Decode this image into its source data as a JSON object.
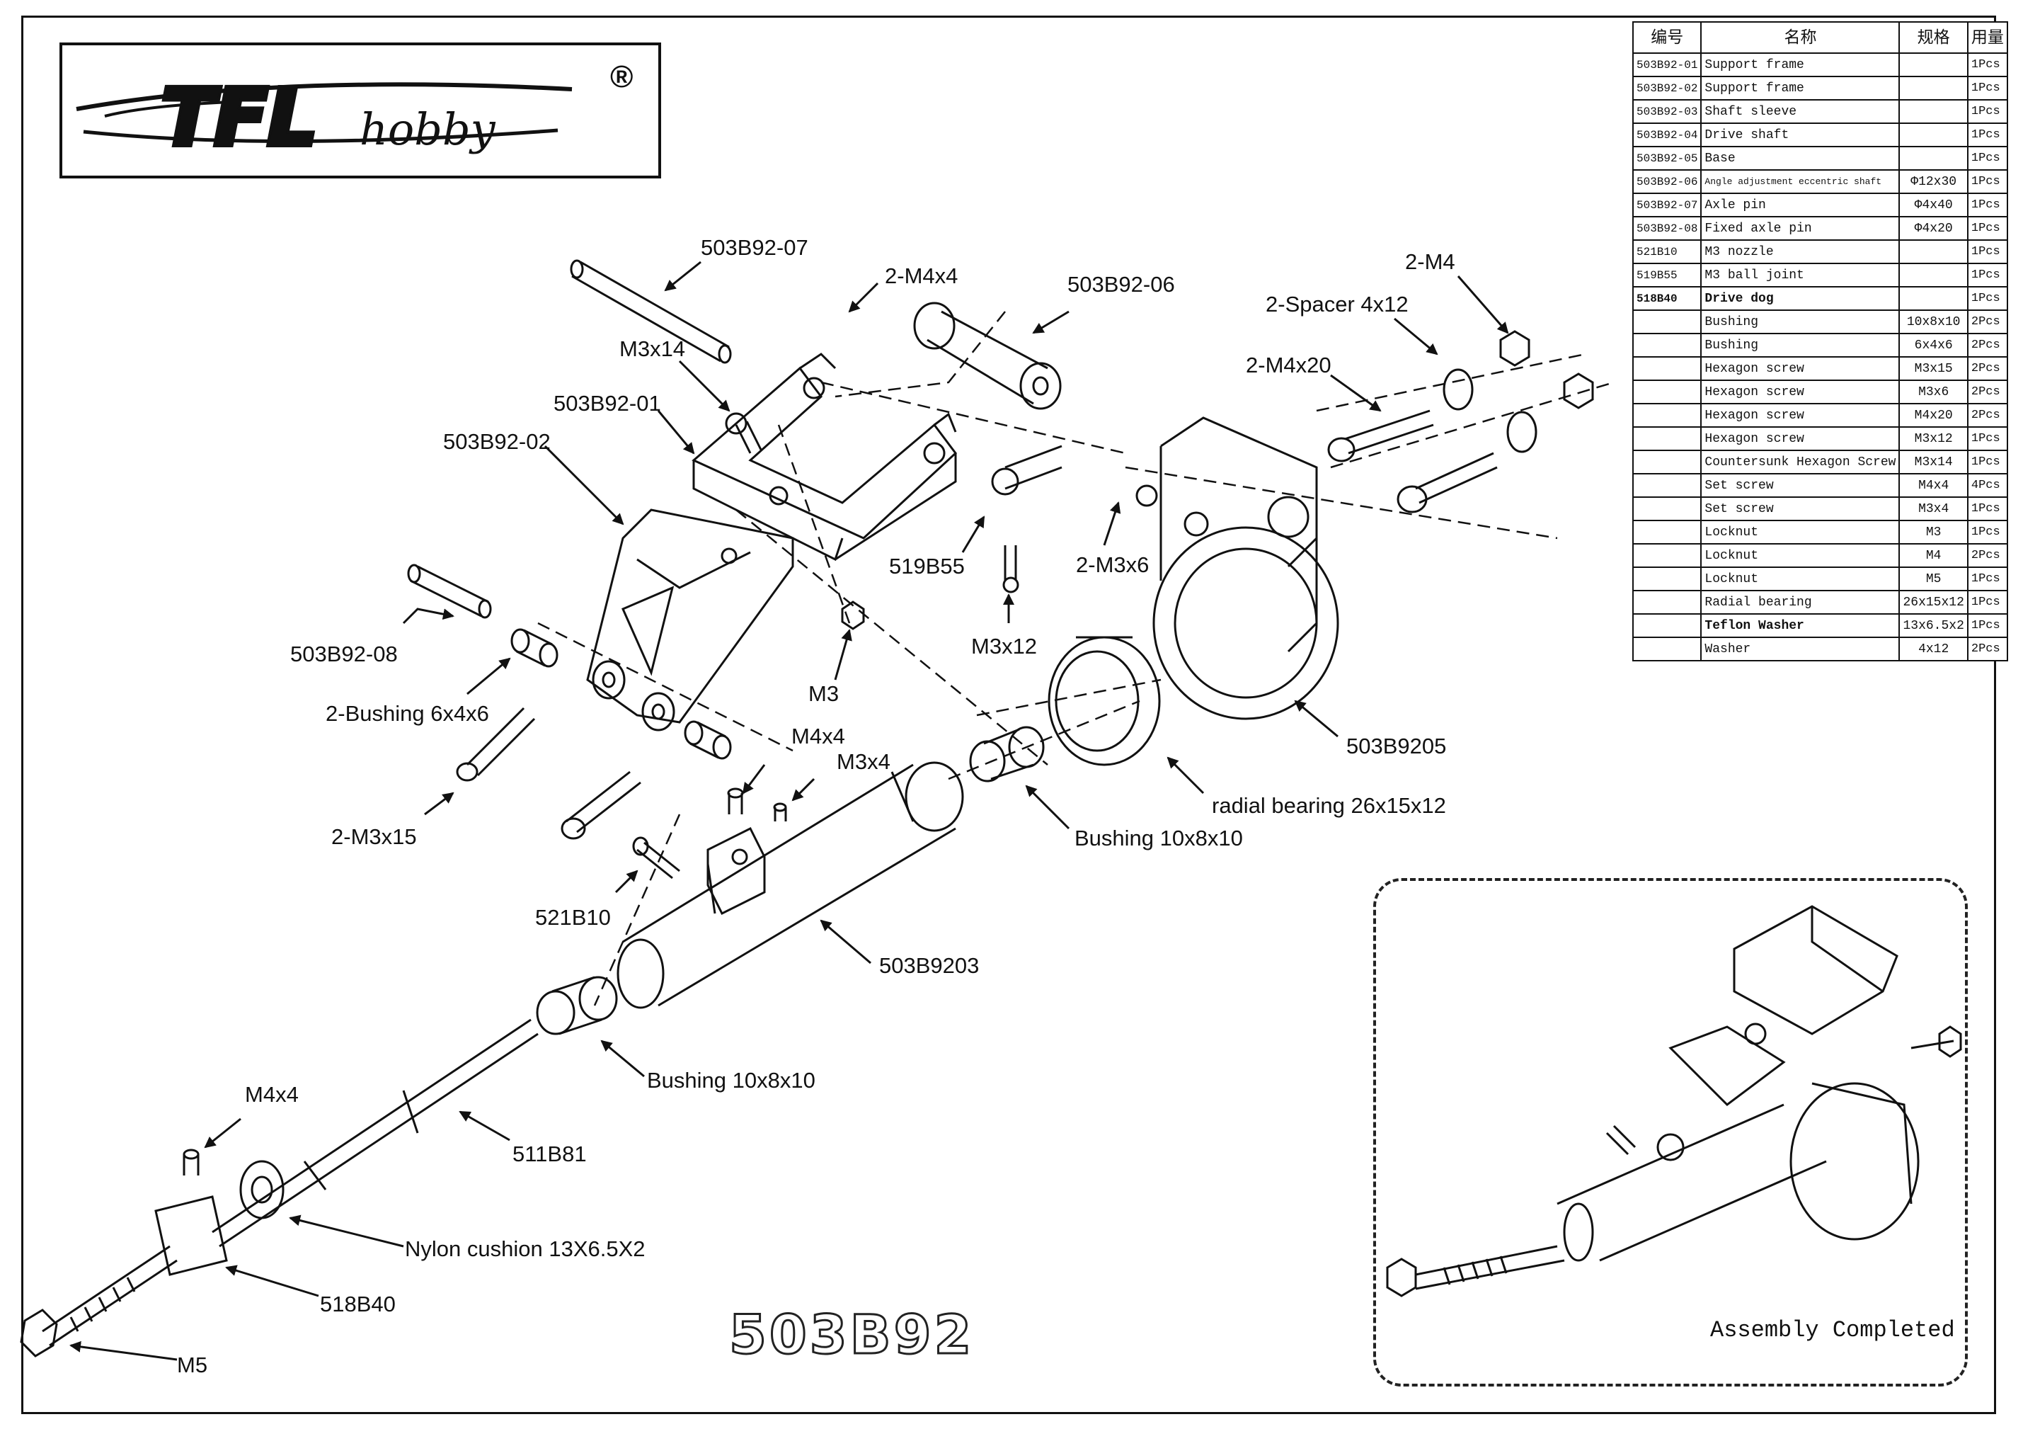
{
  "logo": {
    "brand_main": "TFL",
    "brand_sub": "hobby",
    "registered": "®"
  },
  "table": {
    "headers": [
      "编号",
      "名称",
      "规格",
      "用量"
    ],
    "rows": [
      {
        "code": "503B92-01",
        "name": "Support frame",
        "spec": "",
        "qty": "1Pcs"
      },
      {
        "code": "503B92-02",
        "name": "Support frame",
        "spec": "",
        "qty": "1Pcs"
      },
      {
        "code": "503B92-03",
        "name": "Shaft sleeve",
        "spec": "",
        "qty": "1Pcs"
      },
      {
        "code": "503B92-04",
        "name": "Drive shaft",
        "spec": "",
        "qty": "1Pcs"
      },
      {
        "code": "503B92-05",
        "name": "Base",
        "spec": "",
        "qty": "1Pcs"
      },
      {
        "code": "503B92-06",
        "name": "Angle adjustment eccentric shaft",
        "spec": "Φ12x30",
        "qty": "1Pcs"
      },
      {
        "code": "503B92-07",
        "name": "Axle pin",
        "spec": "Φ4x40",
        "qty": "1Pcs"
      },
      {
        "code": "503B92-08",
        "name": "Fixed axle pin",
        "spec": "Φ4x20",
        "qty": "1Pcs"
      },
      {
        "code": "521B10",
        "name": "M3 nozzle",
        "spec": "",
        "qty": "1Pcs"
      },
      {
        "code": "519B55",
        "name": "M3 ball joint",
        "spec": "",
        "qty": "1Pcs"
      },
      {
        "code": "518B40",
        "name": "Drive dog",
        "spec": "",
        "qty": "1Pcs"
      },
      {
        "code": "",
        "name": "Bushing",
        "spec": "10x8x10",
        "qty": "2Pcs"
      },
      {
        "code": "",
        "name": "Bushing",
        "spec": "6x4x6",
        "qty": "2Pcs"
      },
      {
        "code": "",
        "name": "Hexagon screw",
        "spec": "M3x15",
        "qty": "2Pcs"
      },
      {
        "code": "",
        "name": "Hexagon screw",
        "spec": "M3x6",
        "qty": "2Pcs"
      },
      {
        "code": "",
        "name": "Hexagon screw",
        "spec": "M4x20",
        "qty": "2Pcs"
      },
      {
        "code": "",
        "name": "Hexagon screw",
        "spec": "M3x12",
        "qty": "1Pcs"
      },
      {
        "code": "",
        "name": "Countersunk Hexagon Screw",
        "spec": "M3x14",
        "qty": "1Pcs"
      },
      {
        "code": "",
        "name": "Set screw",
        "spec": "M4x4",
        "qty": "4Pcs"
      },
      {
        "code": "",
        "name": "Set screw",
        "spec": "M3x4",
        "qty": "1Pcs"
      },
      {
        "code": "",
        "name": "Locknut",
        "spec": "M3",
        "qty": "1Pcs"
      },
      {
        "code": "",
        "name": "Locknut",
        "spec": "M4",
        "qty": "2Pcs"
      },
      {
        "code": "",
        "name": "Locknut",
        "spec": "M5",
        "qty": "1Pcs"
      },
      {
        "code": "",
        "name": "Radial bearing",
        "spec": "26x15x12",
        "qty": "1Pcs"
      },
      {
        "code": "",
        "name": "Teflon Washer",
        "spec": "13x6.5x2",
        "qty": "1Pcs"
      },
      {
        "code": "",
        "name": "Washer",
        "spec": "4x12",
        "qty": "2Pcs"
      }
    ]
  },
  "callouts": {
    "c_503B92_07": "503B92-07",
    "c_2M4x4": "2-M4x4",
    "c_503B92_06": "503B92-06",
    "c_2M4": "2-M4",
    "c_2Spacer": "2-Spacer 4x12",
    "c_2M4x20": "2-M4x20",
    "c_M3x14": "M3x14",
    "c_503B92_01": "503B92-01",
    "c_503B92_02": "503B92-02",
    "c_519B55": "519B55",
    "c_2M3x6": "2-M3x6",
    "c_M3x12": "M3x12",
    "c_M3": "M3",
    "c_503B92_08": "503B92-08",
    "c_2Bushing": "2-Bushing 6x4x6",
    "c_503B9205": "503B9205",
    "c_radial": "radial bearing 26x15x12",
    "c_M4x4a": "M4x4",
    "c_M3x4": "M3x4",
    "c_2M3x15": "2-M3x15",
    "c_Bushing10a": "Bushing 10x8x10",
    "c_521B10": "521B10",
    "c_503B9203": "503B9203",
    "c_Bushing10b": "Bushing 10x8x10",
    "c_M4x4b": "M4x4",
    "c_511B81": "511B81",
    "c_Nylon": "Nylon cushion 13X6.5X2",
    "c_518B40": "518B40",
    "c_M5": "M5"
  },
  "model_number": "503B92",
  "assembly_label": "Assembly Completed"
}
